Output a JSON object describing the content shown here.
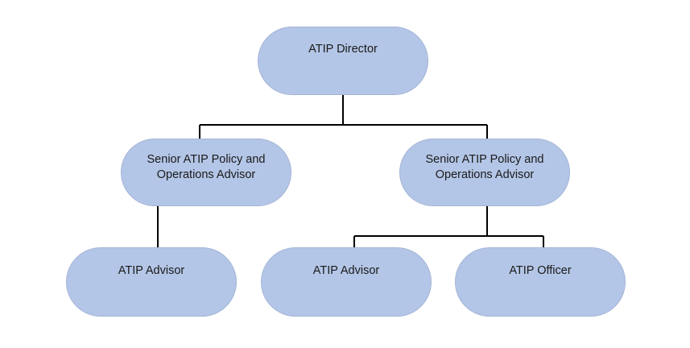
{
  "colors": {
    "node_fill": "#b4c6e7",
    "node_border": "#a3b5d6",
    "connector": "#000000",
    "text": "#1a1a1a",
    "background": "#ffffff"
  },
  "nodes": {
    "director": {
      "label": "ATIP Director"
    },
    "senior_1": {
      "label": "Senior ATIP Policy and\nOperations Advisor"
    },
    "senior_2": {
      "label": "Senior ATIP Policy and\nOperations Advisor"
    },
    "advisor_1": {
      "label": "ATIP Advisor"
    },
    "advisor_2": {
      "label": "ATIP Advisor"
    },
    "officer": {
      "label": "ATIP Officer"
    }
  },
  "hierarchy": [
    {
      "parent": "director",
      "children": [
        "senior_1",
        "senior_2"
      ]
    },
    {
      "parent": "senior_1",
      "children": [
        "advisor_1"
      ]
    },
    {
      "parent": "senior_2",
      "children": [
        "advisor_2",
        "officer"
      ]
    }
  ]
}
